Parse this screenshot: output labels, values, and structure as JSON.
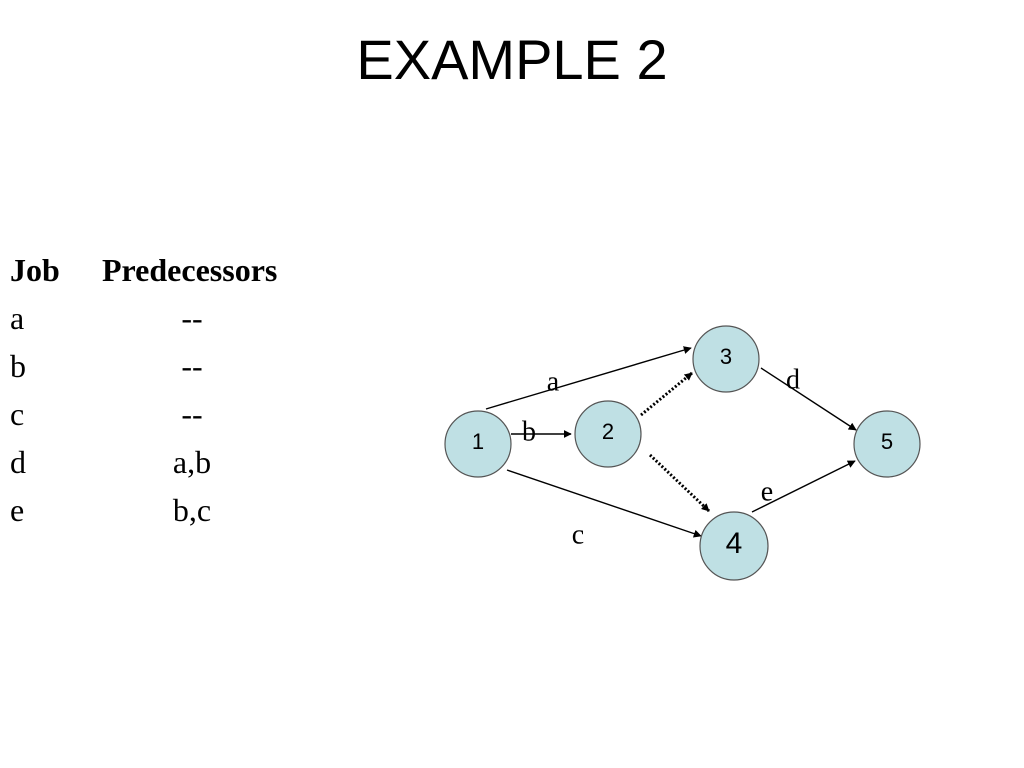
{
  "slide": {
    "title": "EXAMPLE 2"
  },
  "table": {
    "headers": {
      "job": "Job",
      "predecessors": "Predecessors"
    },
    "rows": [
      {
        "job": "a",
        "predecessors": "--"
      },
      {
        "job": "b",
        "predecessors": "--"
      },
      {
        "job": "c",
        "predecessors": "--"
      },
      {
        "job": "d",
        "predecessors": "a,b"
      },
      {
        "job": "e",
        "predecessors": "b,c"
      }
    ]
  },
  "network": {
    "node_fill": "#bfe0e4",
    "node_stroke": "#555555",
    "nodes": [
      {
        "id": "1",
        "label": "1"
      },
      {
        "id": "2",
        "label": "2"
      },
      {
        "id": "3",
        "label": "3"
      },
      {
        "id": "4",
        "label": "4"
      },
      {
        "id": "5",
        "label": "5"
      }
    ],
    "edges": [
      {
        "from": "1",
        "to": "3",
        "label": "a",
        "style": "solid"
      },
      {
        "from": "1",
        "to": "2",
        "label": "b",
        "style": "solid"
      },
      {
        "from": "1",
        "to": "4",
        "label": "c",
        "style": "solid"
      },
      {
        "from": "3",
        "to": "5",
        "label": "d",
        "style": "solid"
      },
      {
        "from": "4",
        "to": "5",
        "label": "e",
        "style": "solid"
      },
      {
        "from": "2",
        "to": "3",
        "label": "",
        "style": "dummy"
      },
      {
        "from": "2",
        "to": "4",
        "label": "",
        "style": "dummy"
      }
    ]
  }
}
